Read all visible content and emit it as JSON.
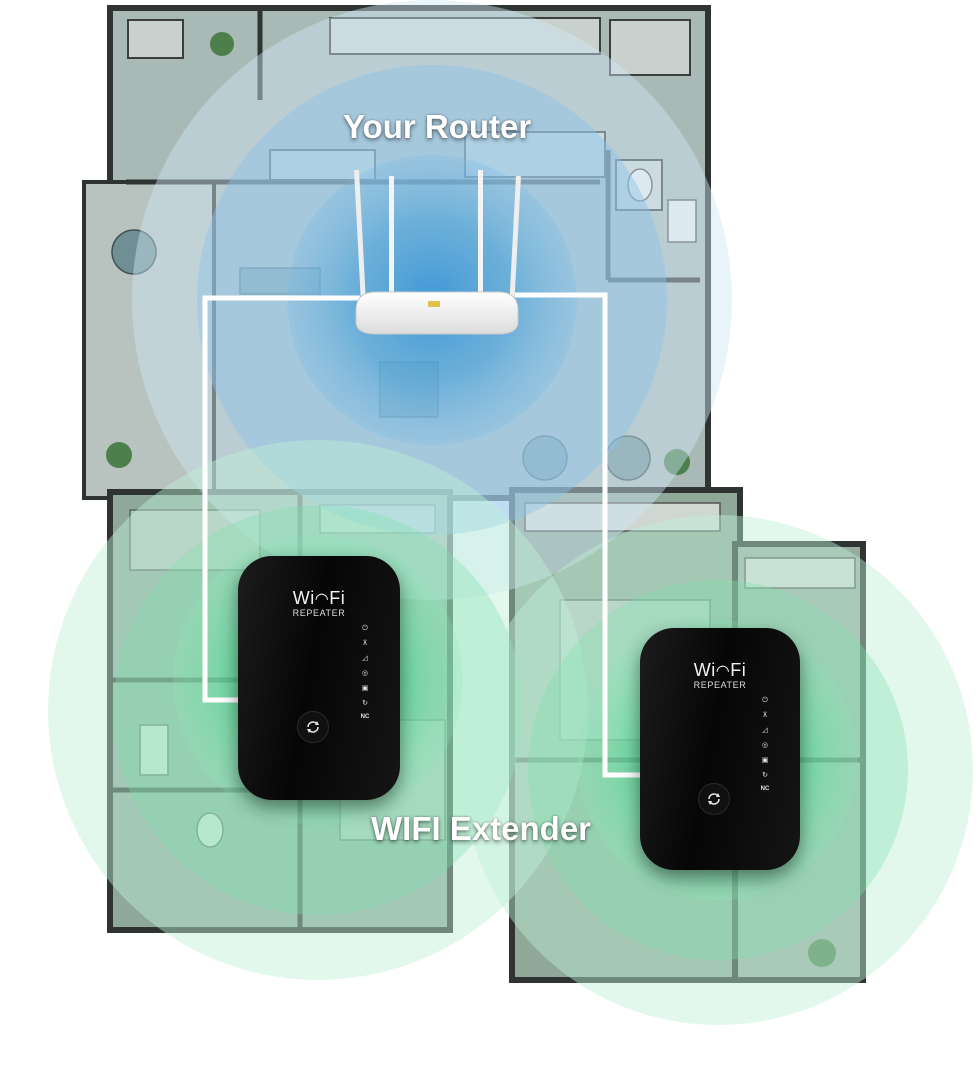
{
  "labels": {
    "router": "Your Router",
    "extender": "WIFI Extender"
  },
  "device": {
    "brand_left": "Wi",
    "brand_right": "Fi",
    "model": "REPEATER",
    "wps_label": "NC"
  },
  "colors": {
    "router_coverage": "#3d9bd6",
    "extender_coverage": "#39d98a",
    "connection_line": "#ffffff",
    "floor": "#9fb6b3",
    "wall": "#2f3332"
  },
  "icons": [
    "power-icon",
    "router-icon",
    "signal-icon",
    "settings-icon",
    "lan-icon",
    "wps-icon"
  ]
}
